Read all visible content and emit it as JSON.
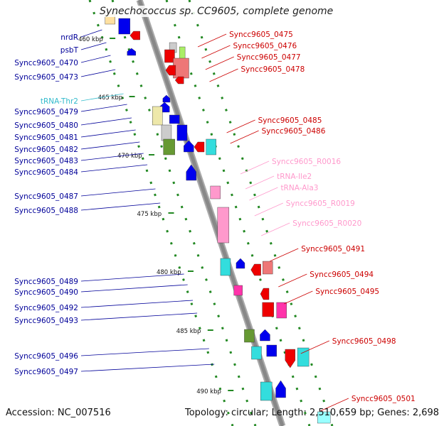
{
  "title": "Synechococcus sp. CC9605, complete genome",
  "footer": {
    "accession": "Accession: NC_007516",
    "summary": "Topology: circular; Length: 2,510,659 bp; Genes: 2,698"
  },
  "colors": {
    "forward_cds": "#0000ee",
    "reverse_cds": "#ee0000",
    "rna": "#ff99cc",
    "trna_label": "#33bbcc",
    "backbone": "#888888",
    "tick": "#228822"
  },
  "scale": {
    "ticks": [
      "460 kbp",
      "465 kbp",
      "470 kbp",
      "475 kbp",
      "480 kbp",
      "485 kbp",
      "490 kbp"
    ]
  },
  "left_labels": [
    {
      "text": "nrdR",
      "color": "#000099"
    },
    {
      "text": "psbT",
      "color": "#000099"
    },
    {
      "text": "Syncc9605_0470",
      "color": "#000099"
    },
    {
      "text": "Syncc9605_0473",
      "color": "#000099"
    },
    {
      "text": "tRNA-Thr2",
      "color": "#33bbcc"
    },
    {
      "text": "Syncc9605_0479",
      "color": "#000099"
    },
    {
      "text": "Syncc9605_0480",
      "color": "#000099"
    },
    {
      "text": "Syncc9605_0481",
      "color": "#000099"
    },
    {
      "text": "Syncc9605_0482",
      "color": "#000099"
    },
    {
      "text": "Syncc9605_0483",
      "color": "#000099"
    },
    {
      "text": "Syncc9605_0484",
      "color": "#000099"
    },
    {
      "text": "Syncc9605_0487",
      "color": "#000099"
    },
    {
      "text": "Syncc9605_0488",
      "color": "#000099"
    },
    {
      "text": "Syncc9605_0489",
      "color": "#000099"
    },
    {
      "text": "Syncc9605_0490",
      "color": "#000099"
    },
    {
      "text": "Syncc9605_0492",
      "color": "#000099"
    },
    {
      "text": "Syncc9605_0493",
      "color": "#000099"
    },
    {
      "text": "Syncc9605_0496",
      "color": "#000099"
    },
    {
      "text": "Syncc9605_0497",
      "color": "#000099"
    }
  ],
  "right_labels": [
    {
      "text": "Syncc9605_0475",
      "color": "#cc0000"
    },
    {
      "text": "Syncc9605_0476",
      "color": "#cc0000"
    },
    {
      "text": "Syncc9605_0477",
      "color": "#cc0000"
    },
    {
      "text": "Syncc9605_0478",
      "color": "#cc0000"
    },
    {
      "text": "Syncc9605_0485",
      "color": "#cc0000"
    },
    {
      "text": "Syncc9605_0486",
      "color": "#cc0000"
    },
    {
      "text": "Syncc9605_R0016",
      "color": "#ff99cc"
    },
    {
      "text": "tRNA-Ile2",
      "color": "#ff99cc"
    },
    {
      "text": "tRNA-Ala3",
      "color": "#ff99cc"
    },
    {
      "text": "Syncc9605_R0019",
      "color": "#ff99cc"
    },
    {
      "text": "Syncc9605_R0020",
      "color": "#ff99cc"
    },
    {
      "text": "Syncc9605_0491",
      "color": "#cc0000"
    },
    {
      "text": "Syncc9605_0494",
      "color": "#cc0000"
    },
    {
      "text": "Syncc9605_0495",
      "color": "#cc0000"
    },
    {
      "text": "Syncc9605_0498",
      "color": "#cc0000"
    },
    {
      "text": "Syncc9605_0501",
      "color": "#cc0000"
    }
  ]
}
